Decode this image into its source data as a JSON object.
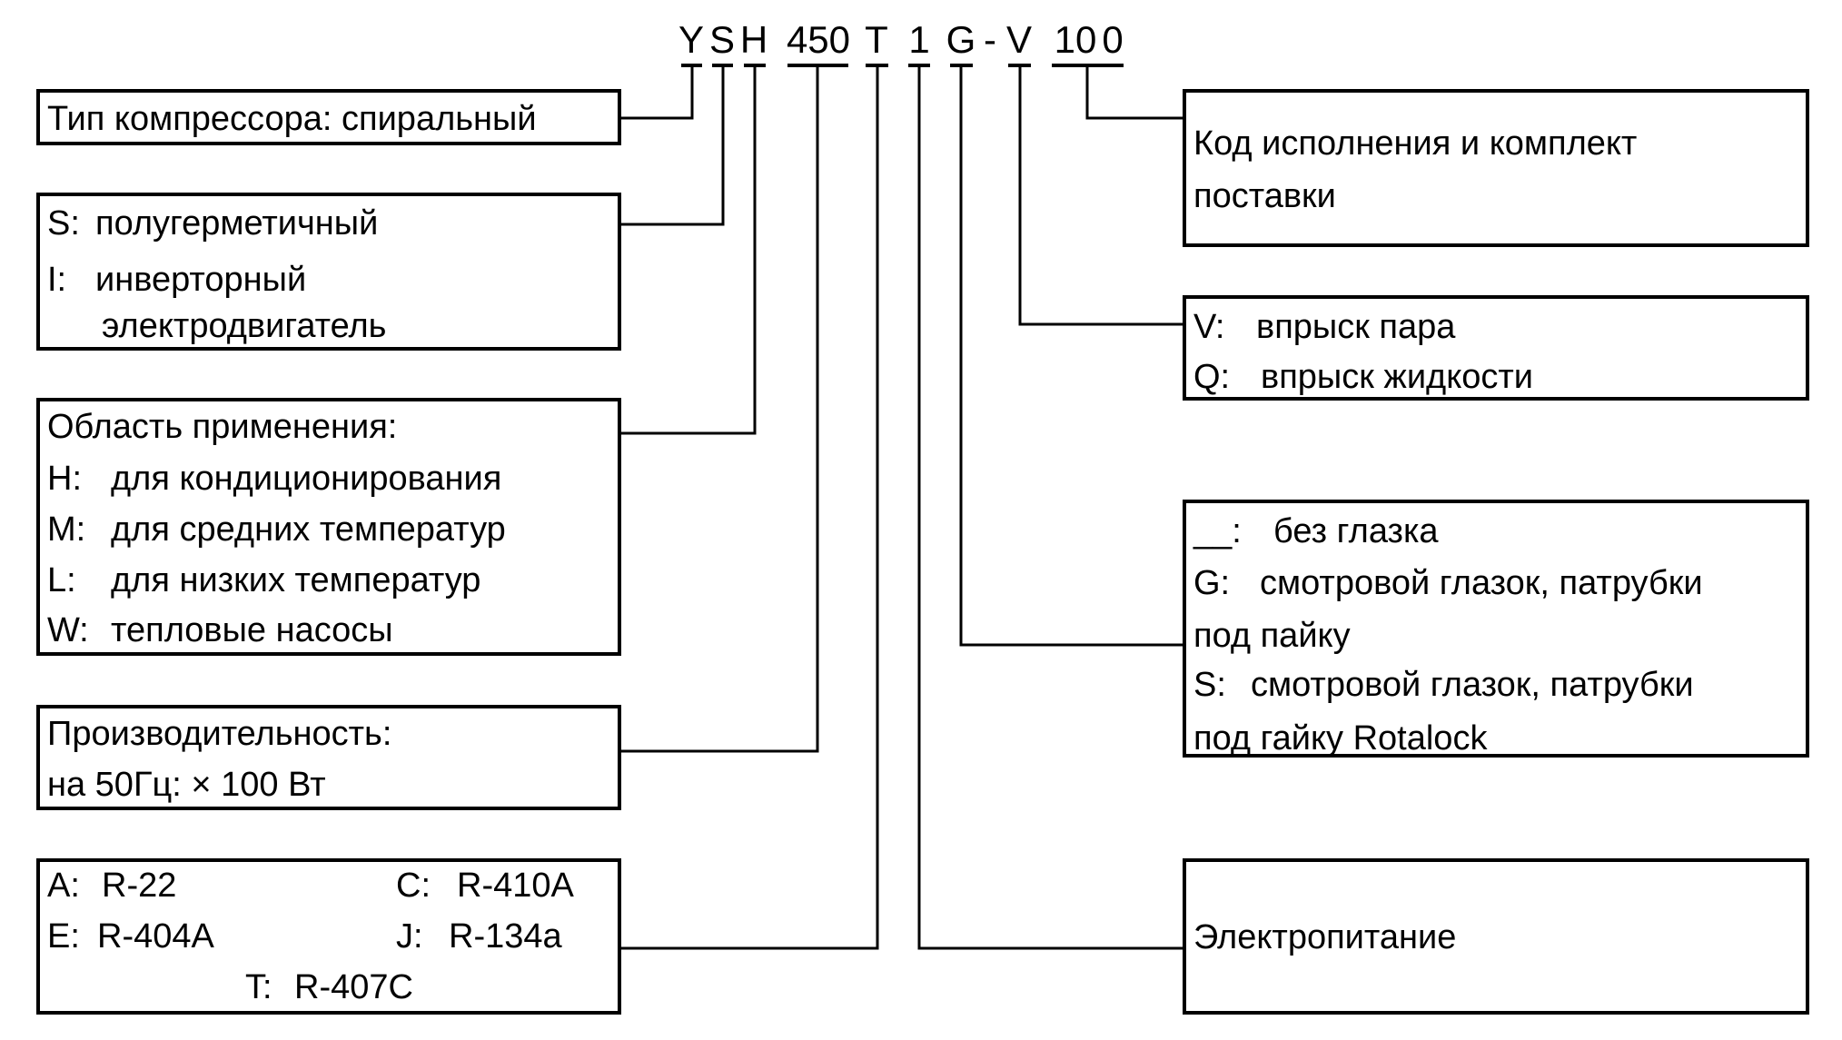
{
  "code": {
    "segments": [
      {
        "id": "type",
        "text": "Y"
      },
      {
        "id": "motor",
        "text": "S"
      },
      {
        "id": "application",
        "text": "H"
      },
      {
        "id": "capacity",
        "text": "450"
      },
      {
        "id": "refrigerant",
        "text": "T"
      },
      {
        "id": "power",
        "text": "1"
      },
      {
        "id": "sight-glass",
        "text": "G"
      },
      {
        "id": "dash",
        "text": "-"
      },
      {
        "id": "injection",
        "text": "V"
      },
      {
        "id": "version",
        "text": "10"
      },
      {
        "id": "version-digit",
        "text": "0"
      }
    ]
  },
  "boxes": {
    "type": {
      "lines": [
        "Тип компрессора: спиральный"
      ]
    },
    "motor": {
      "lines": [
        "S:",
        "полугерметичный",
        "I:",
        "инверторный",
        "электродвигатель"
      ]
    },
    "application": {
      "lines": [
        "Область применения:",
        "H:",
        "для кондиционирования",
        "M:",
        "для средних температур",
        "L:",
        "для низких температур",
        "W:",
        "тепловые насосы"
      ]
    },
    "capacity": {
      "lines": [
        "Производительность:",
        "на 50Гц: × 100 Вт"
      ]
    },
    "refrigerant": {
      "lines": [
        "A:",
        "R-22",
        "C:",
        "R-410A",
        "E:",
        "R-404A",
        "J:",
        "R-134a",
        "T:",
        "R-407C"
      ]
    },
    "version": {
      "lines": [
        "Код исполнения и комплект",
        "поставки"
      ]
    },
    "injection": {
      "lines": [
        "V:",
        "впрыск пара",
        "Q:",
        "впрыск жидкости"
      ]
    },
    "sight_glass": {
      "lines": [
        "__:",
        "без глазка",
        "G:",
        "смотровой глазок, патрубки",
        "под пайку",
        "S:",
        "смотровой глазок, патрубки",
        "под гайку Rotalock"
      ]
    },
    "power": {
      "lines": [
        "Электропитание"
      ]
    }
  }
}
